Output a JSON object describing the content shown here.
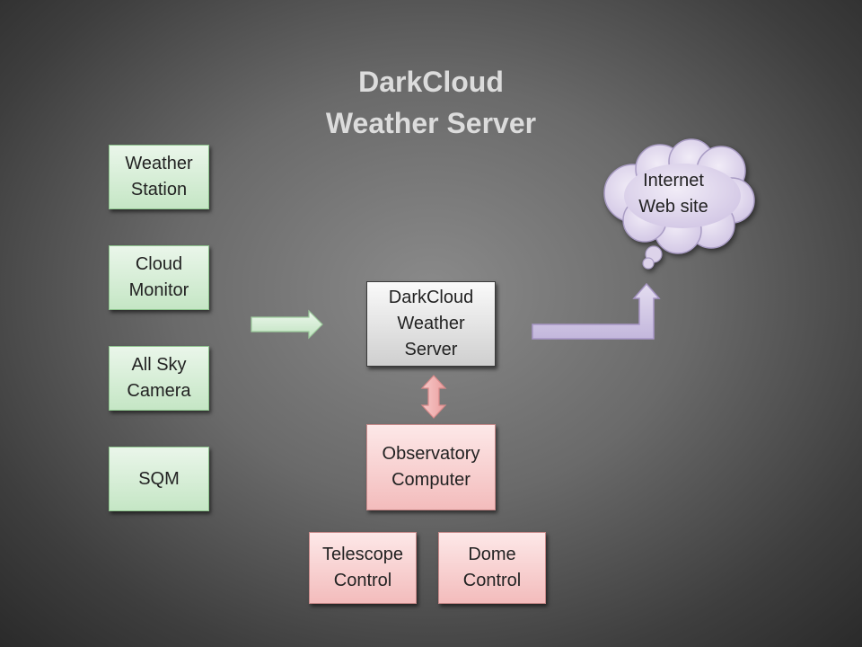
{
  "title": {
    "line1": "DarkCloud",
    "line2": "Weather Server"
  },
  "sensors": [
    {
      "line1": "Weather",
      "line2": "Station"
    },
    {
      "line1": "Cloud",
      "line2": "Monitor"
    },
    {
      "line1": "All Sky",
      "line2": "Camera"
    },
    {
      "line1": "SQM"
    }
  ],
  "server": {
    "line1": "DarkCloud",
    "line2": "Weather",
    "line3": "Server"
  },
  "internet": {
    "line1": "Internet",
    "line2": "Web site"
  },
  "observatory": {
    "line1": "Observatory",
    "line2": "Computer"
  },
  "telescope": {
    "line1": "Telescope",
    "line2": "Control"
  },
  "dome": {
    "line1": "Dome",
    "line2": "Control"
  },
  "colors": {
    "sensor_fill": "#c5e6c5",
    "server_fill": "#e6e6e6",
    "control_fill": "#f3bcbc",
    "cloud_fill": "#ddd3ea",
    "upload_arrow": "#c9bde0",
    "input_arrow": "#c5e6c5"
  }
}
